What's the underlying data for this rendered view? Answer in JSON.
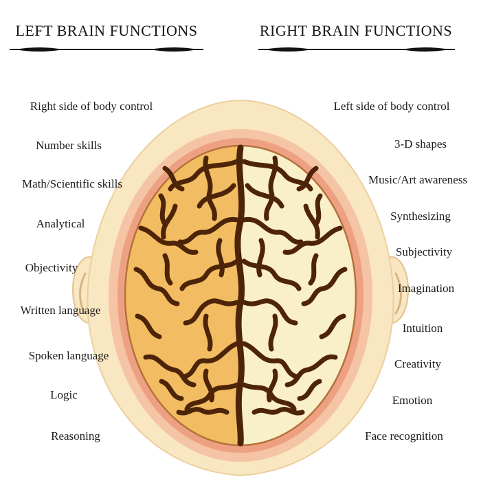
{
  "headers": {
    "left": "LEFT BRAIN FUNCTIONS",
    "right": "RIGHT BRAIN FUNCTIONS"
  },
  "left_functions": [
    "Right side of body control",
    "Number skills",
    "Math/Scientific skills",
    "Analytical",
    "Objectivity",
    "Written language",
    "Spoken language",
    "Logic",
    "Reasoning"
  ],
  "right_functions": [
    "Left side of body control",
    "3-D shapes",
    "Music/Art awareness",
    "Synthesizing",
    "Subjectivity",
    "Imagination",
    "Intuition",
    "Creativity",
    "Emotion",
    "Face recognition"
  ],
  "illustration": {
    "name": "brain-top-view",
    "head_color": "#f8e7c0",
    "head_outline_color": "#eccf9e",
    "halo_outer_color": "#f4c4a4",
    "halo_inner_color": "#eda182",
    "left_hemisphere_color": "#f2bd62",
    "right_hemisphere_color": "#f9efc8",
    "brain_outline_color": "#b5713a",
    "sulci_color": "#4e2408",
    "divider_color": "#111111",
    "background_color": "#ffffff",
    "text_color": "#1b1b1b"
  }
}
